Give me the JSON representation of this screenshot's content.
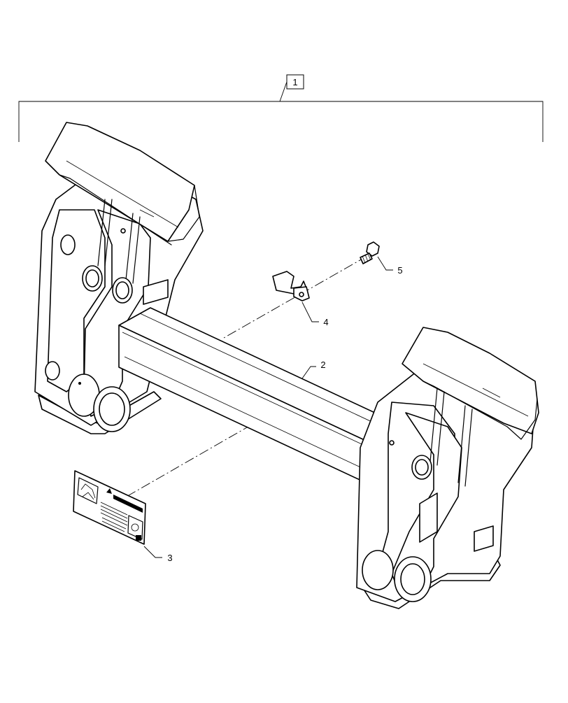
{
  "callouts": {
    "assembly": "1",
    "tube": "2",
    "decal": "3",
    "clamp": "4",
    "bolt": "5"
  }
}
